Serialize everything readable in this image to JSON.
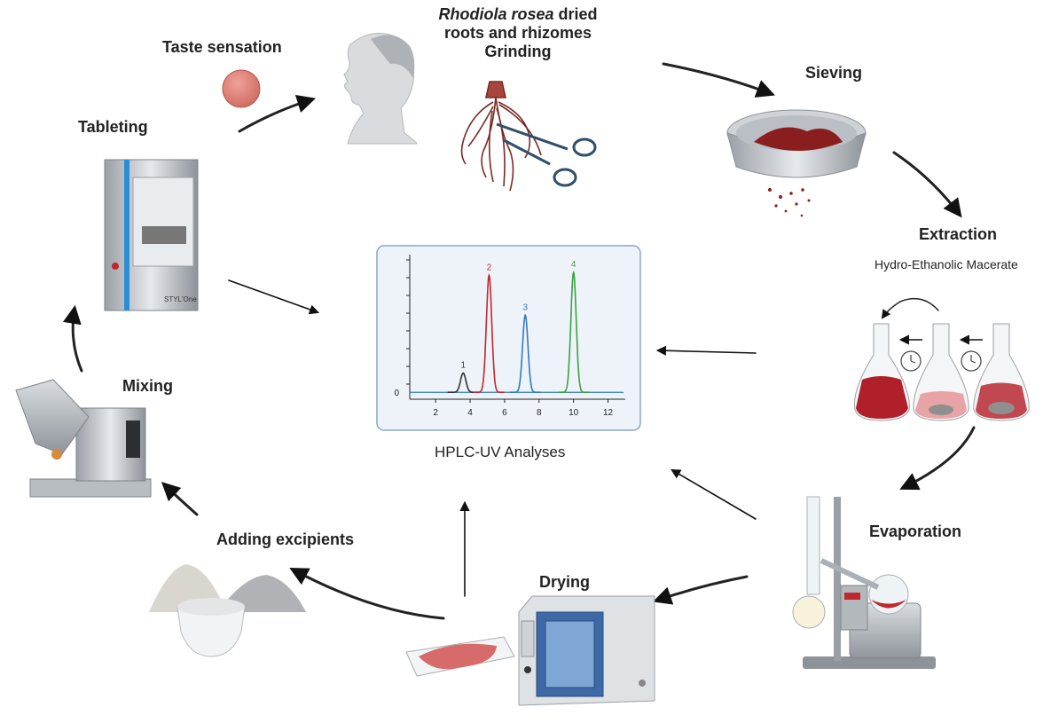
{
  "steps": {
    "taste": "Taste sensation",
    "plant_line1_italic": "Rhodiola rosea",
    "plant_line1_rest": " dried",
    "plant_line2": "roots and rhizomes",
    "plant_line3": "Grinding",
    "sieving": "Sieving",
    "extraction": "Extraction",
    "extraction_sub": "Hydro-Ethanolic Macerate",
    "evaporation": "Evaporation",
    "drying": "Drying",
    "excipients": "Adding excipients",
    "mixing": "Mixing",
    "tableting": "Tableting"
  },
  "tablet_press_label": "STYL'One",
  "center_label": "HPLC-UV Analyses",
  "colors": {
    "peak1": "#333333",
    "peak2": "#c0282d",
    "peak3": "#2f7bbf",
    "peak4": "#3aa241",
    "panel_bg": "#eef3fa",
    "panel_border": "#8aa6c8",
    "extract_red": "#b0202a"
  },
  "chart_data": {
    "type": "line",
    "title": "",
    "xlabel": "",
    "ylabel": "",
    "x_ticks": [
      "2",
      "4",
      "6",
      "8",
      "10",
      "12"
    ],
    "y_ticks": [
      "0"
    ],
    "xlim": [
      0.5,
      13
    ],
    "ylim": [
      -0.05,
      1.0
    ],
    "grid": false,
    "baseline": 0,
    "peaks": [
      {
        "label": "1",
        "x": 3.6,
        "height": 0.14,
        "color": "#333333"
      },
      {
        "label": "2",
        "x": 5.1,
        "height": 0.85,
        "color": "#c0282d"
      },
      {
        "label": "3",
        "x": 7.2,
        "height": 0.56,
        "color": "#2f7bbf"
      },
      {
        "label": "4",
        "x": 10.0,
        "height": 0.87,
        "color": "#3aa241"
      }
    ]
  }
}
